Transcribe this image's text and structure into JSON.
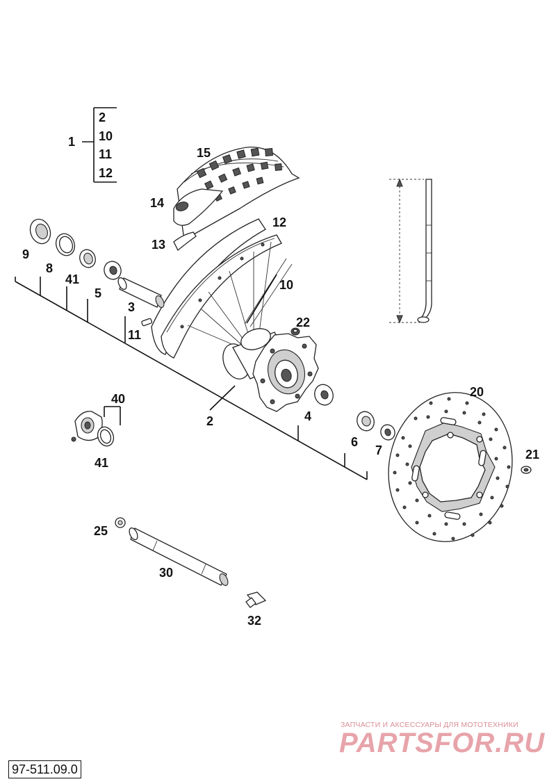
{
  "labels": {
    "l1": "1",
    "l2a": "2",
    "l10a": "10",
    "l11a": "11",
    "l12a": "12",
    "l15": "15",
    "l14": "14",
    "l13": "13",
    "l12": "12",
    "l10": "10",
    "l9": "9",
    "l8": "8",
    "l41a": "41",
    "l5": "5",
    "l3": "3",
    "l11": "11",
    "l22": "22",
    "l2": "2",
    "l4": "4",
    "l6": "6",
    "l7": "7",
    "l20": "20",
    "l21": "21",
    "l40": "40",
    "l41b": "41",
    "l25": "25",
    "l30": "30",
    "l32": "32"
  },
  "watermark": {
    "line1": "ЗАПЧАСТИ И АКСЕССУАРЫ ДЛЯ МОТОТЕХНИКИ",
    "line2": "PARTSFOR.RU"
  },
  "doc_code": "97-511.09.0"
}
